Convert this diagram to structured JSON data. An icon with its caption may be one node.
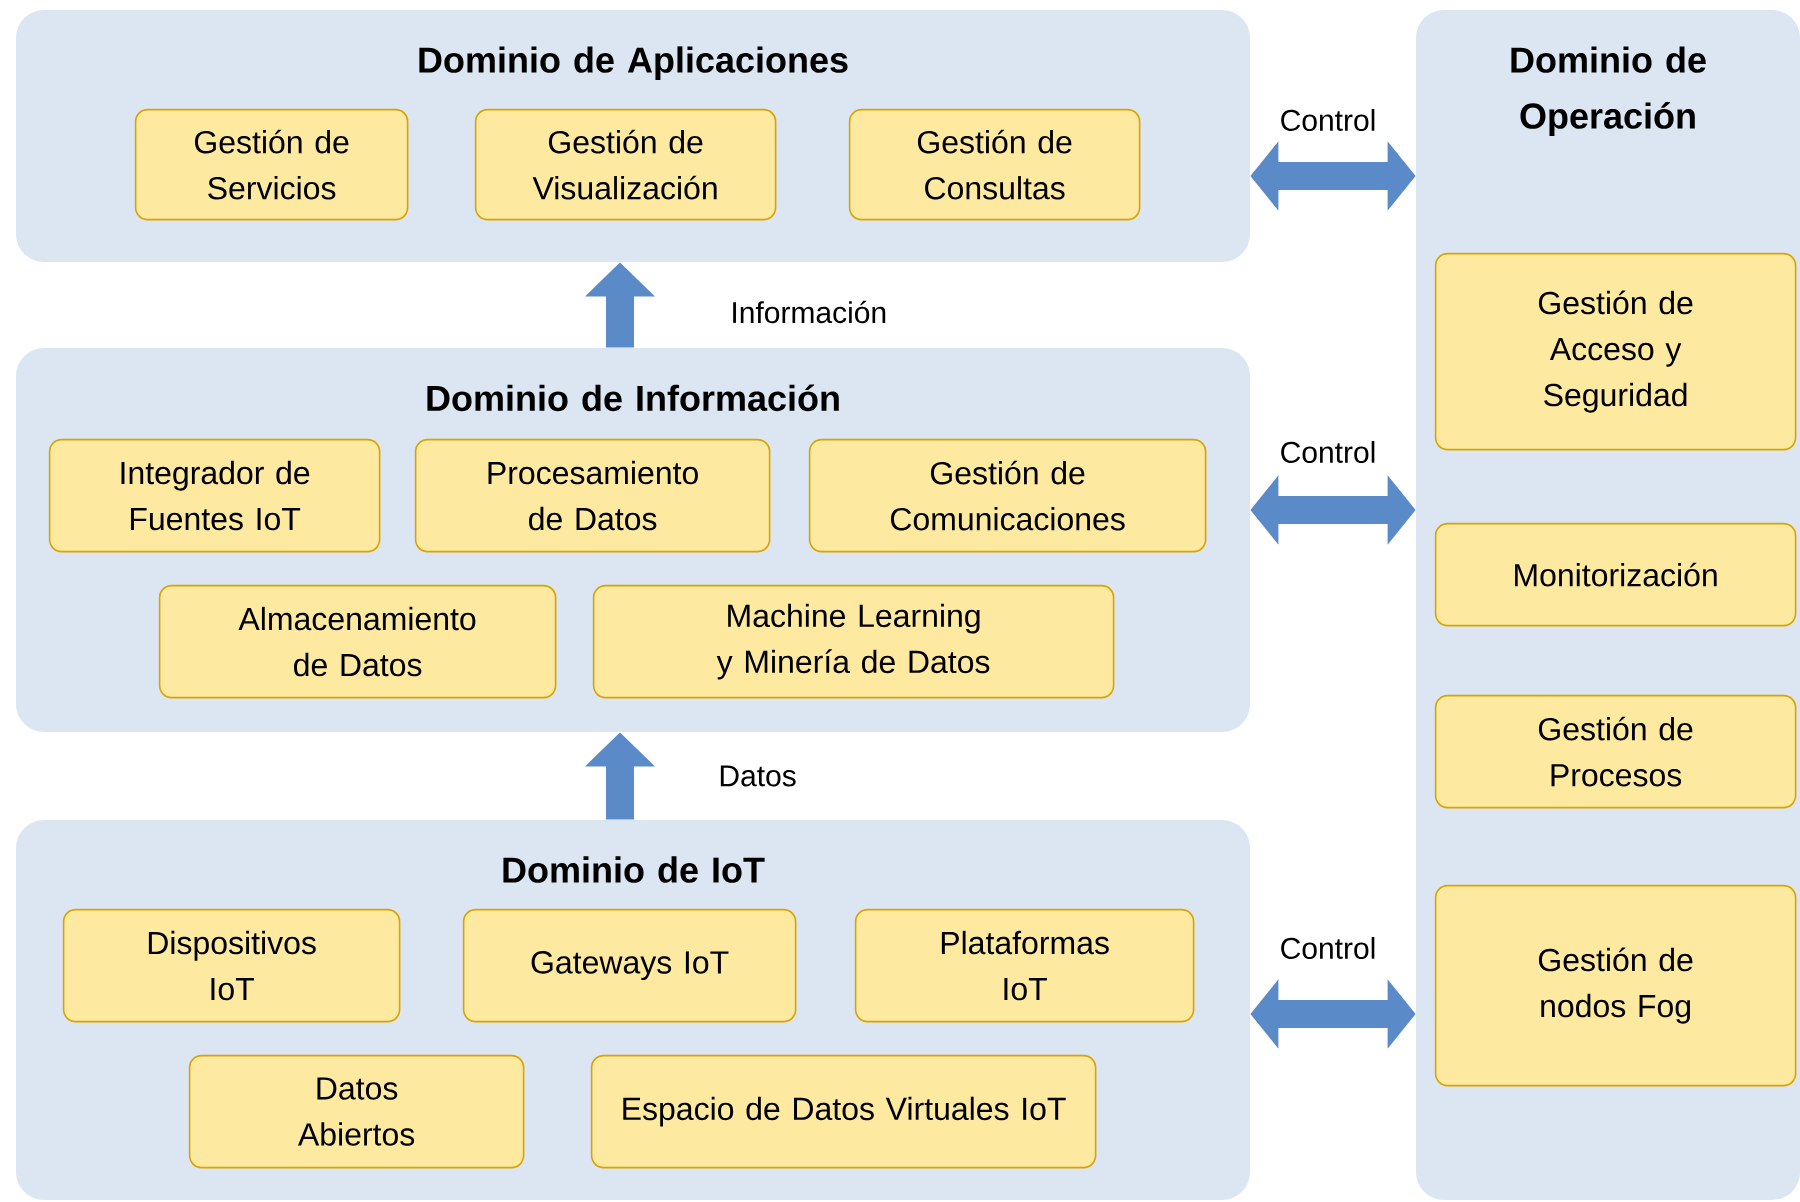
{
  "diagram": {
    "nodes": [
      {
        "text": [
          "Dominio de Aplicaciones"
        ]
      },
      {
        "text": [
          "Gestión de Servicios"
        ],
        "in": 0
      },
      {
        "text": [
          "Gestión de Visualización"
        ],
        "in": 0
      },
      {
        "text": [
          "Gestión de Consultas"
        ],
        "in": 0
      },
      {
        "text": [
          "Dominio de Información"
        ]
      },
      {
        "text": [
          "Integrador de Fuentes IoT"
        ],
        "in": 4
      },
      {
        "text": [
          "Procesamiento de Datos"
        ],
        "in": 4
      },
      {
        "text": [
          "Gestión de Comunicaciones"
        ],
        "in": 4
      },
      {
        "text": [
          "Almacenamiento de Datos"
        ],
        "in": 4
      },
      {
        "text": [
          "Machine Learning y Minería de Datos"
        ],
        "in": 4
      },
      {
        "text": [
          "Dominio de IoT"
        ]
      },
      {
        "text": [
          "Dispositivos IoT"
        ],
        "in": 10
      },
      {
        "text": [
          "Gateways IoT"
        ],
        "in": 10
      },
      {
        "text": [
          "Plataformas IoT"
        ],
        "in": 10
      },
      {
        "text": [
          "Datos Abiertos"
        ],
        "in": 10
      },
      {
        "text": [
          "Espacio de Datos Virtuales IoT"
        ],
        "in": 10
      },
      {
        "text": [
          "Dominio de Operación"
        ]
      },
      {
        "text": [
          "Gestión de Acceso y Seguridad"
        ],
        "in": 16
      },
      {
        "text": [
          "Monitorización"
        ],
        "in": 16
      },
      {
        "text": [
          "Gestión de Procesos"
        ],
        "in": 16
      },
      {
        "text": [
          "Gestión de nodos Fog"
        ],
        "in": 16
      }
    ],
    "edges": [
      {
        "from": 10,
        "to": 4,
        "arrow": "to",
        "label": "Datos"
      },
      {
        "from": 4,
        "to": 0,
        "arrow": "to",
        "label": "Información"
      },
      {
        "from": 0,
        "to": 16,
        "arrow": "both",
        "label": "Control"
      },
      {
        "from": 4,
        "to": 16,
        "arrow": "both",
        "label": "Control"
      },
      {
        "from": 10,
        "to": 16,
        "arrow": "both",
        "label": "Control"
      }
    ]
  }
}
